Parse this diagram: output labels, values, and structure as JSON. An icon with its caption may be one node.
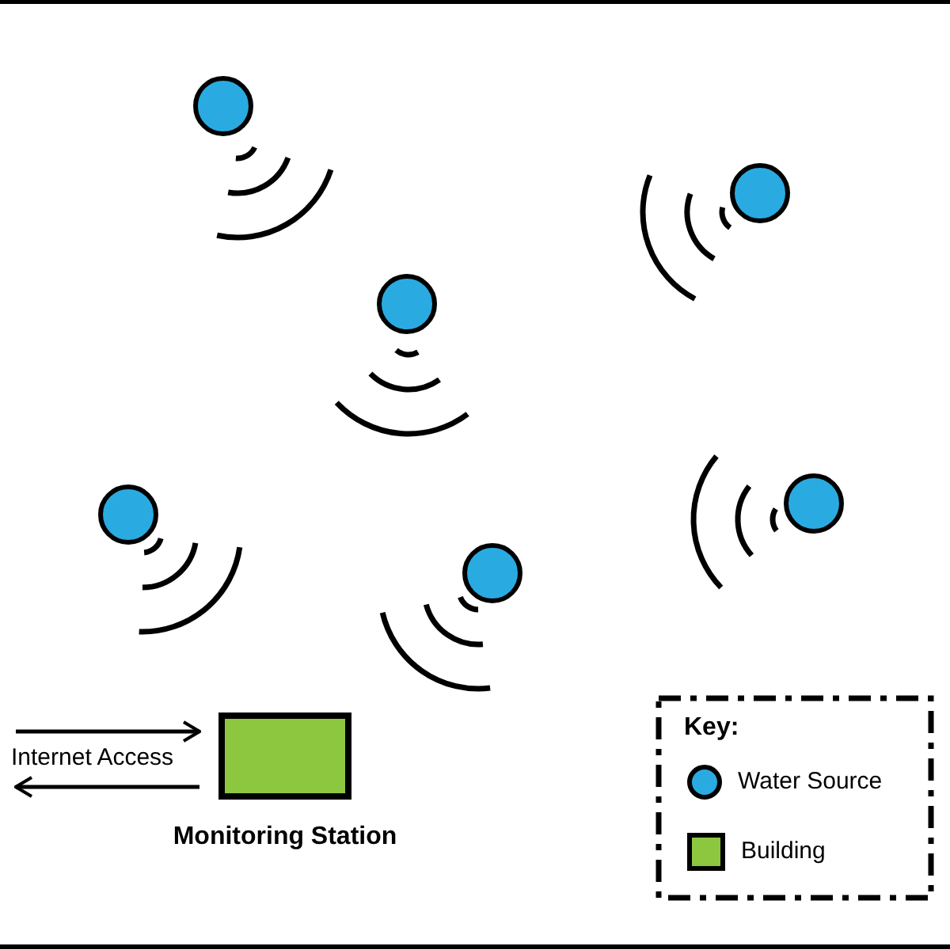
{
  "diagram": {
    "nodes": [
      {
        "text": [],
        "shape": "circle"
      },
      {
        "text": [],
        "shape": "circle"
      },
      {
        "text": [],
        "shape": "circle"
      },
      {
        "text": [],
        "shape": "circle"
      },
      {
        "text": [],
        "shape": "circle"
      },
      {
        "text": [],
        "shape": "circle"
      },
      {
        "text": [],
        "shape": "box",
        "beside": [
          "Monitoring Station"
        ]
      },
      {
        "text": [
          "Internet Access"
        ]
      }
    ],
    "edges": [
      {
        "from": 7,
        "to": 6,
        "arrow": "to"
      },
      {
        "from": 6,
        "to": 7,
        "arrow": "to"
      }
    ],
    "labels": [
      "Key:"
    ],
    "legend": [
      {
        "text": "Water Source",
        "color": "#29abe2"
      },
      {
        "text": "Building",
        "color": "#8dc63f"
      }
    ]
  }
}
